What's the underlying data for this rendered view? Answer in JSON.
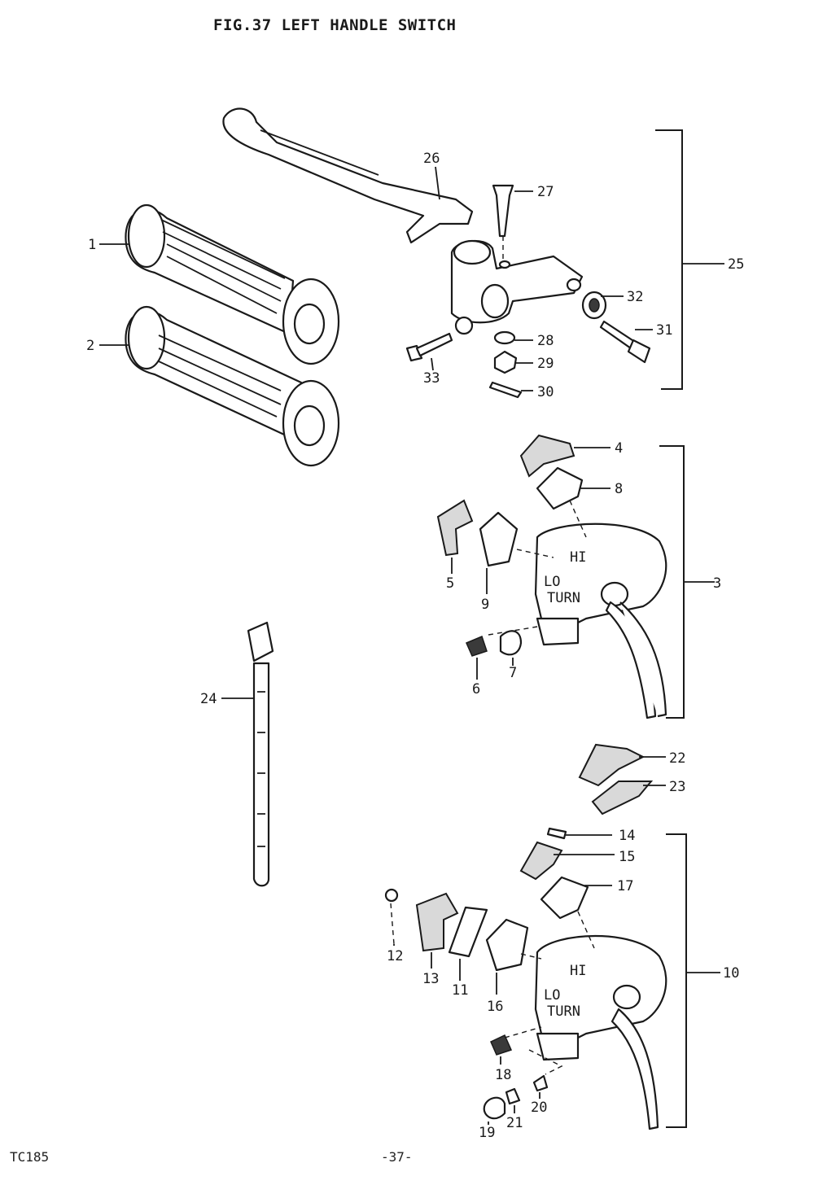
{
  "title": "FIG.37  LEFT HANDLE SWITCH",
  "footer": {
    "model": "TC185",
    "page": "-37-"
  },
  "callouts": {
    "c1": "1",
    "c2": "2",
    "c3": "3",
    "c4": "4",
    "c5": "5",
    "c6": "6",
    "c7": "7",
    "c8": "8",
    "c9": "9",
    "c10": "10",
    "c11": "11",
    "c12": "12",
    "c13": "13",
    "c14": "14",
    "c15": "15",
    "c16": "16",
    "c17": "17",
    "c18": "18",
    "c19": "19",
    "c20": "20",
    "c21": "21",
    "c22": "22",
    "c23": "23",
    "c24": "24",
    "c25": "25",
    "c26": "26",
    "c27": "27",
    "c28": "28",
    "c29": "29",
    "c30": "30",
    "c31": "31",
    "c32": "32",
    "c33": "33"
  },
  "switch_marks": {
    "hi": "HI",
    "lo": "LO",
    "turn": "TURN"
  }
}
